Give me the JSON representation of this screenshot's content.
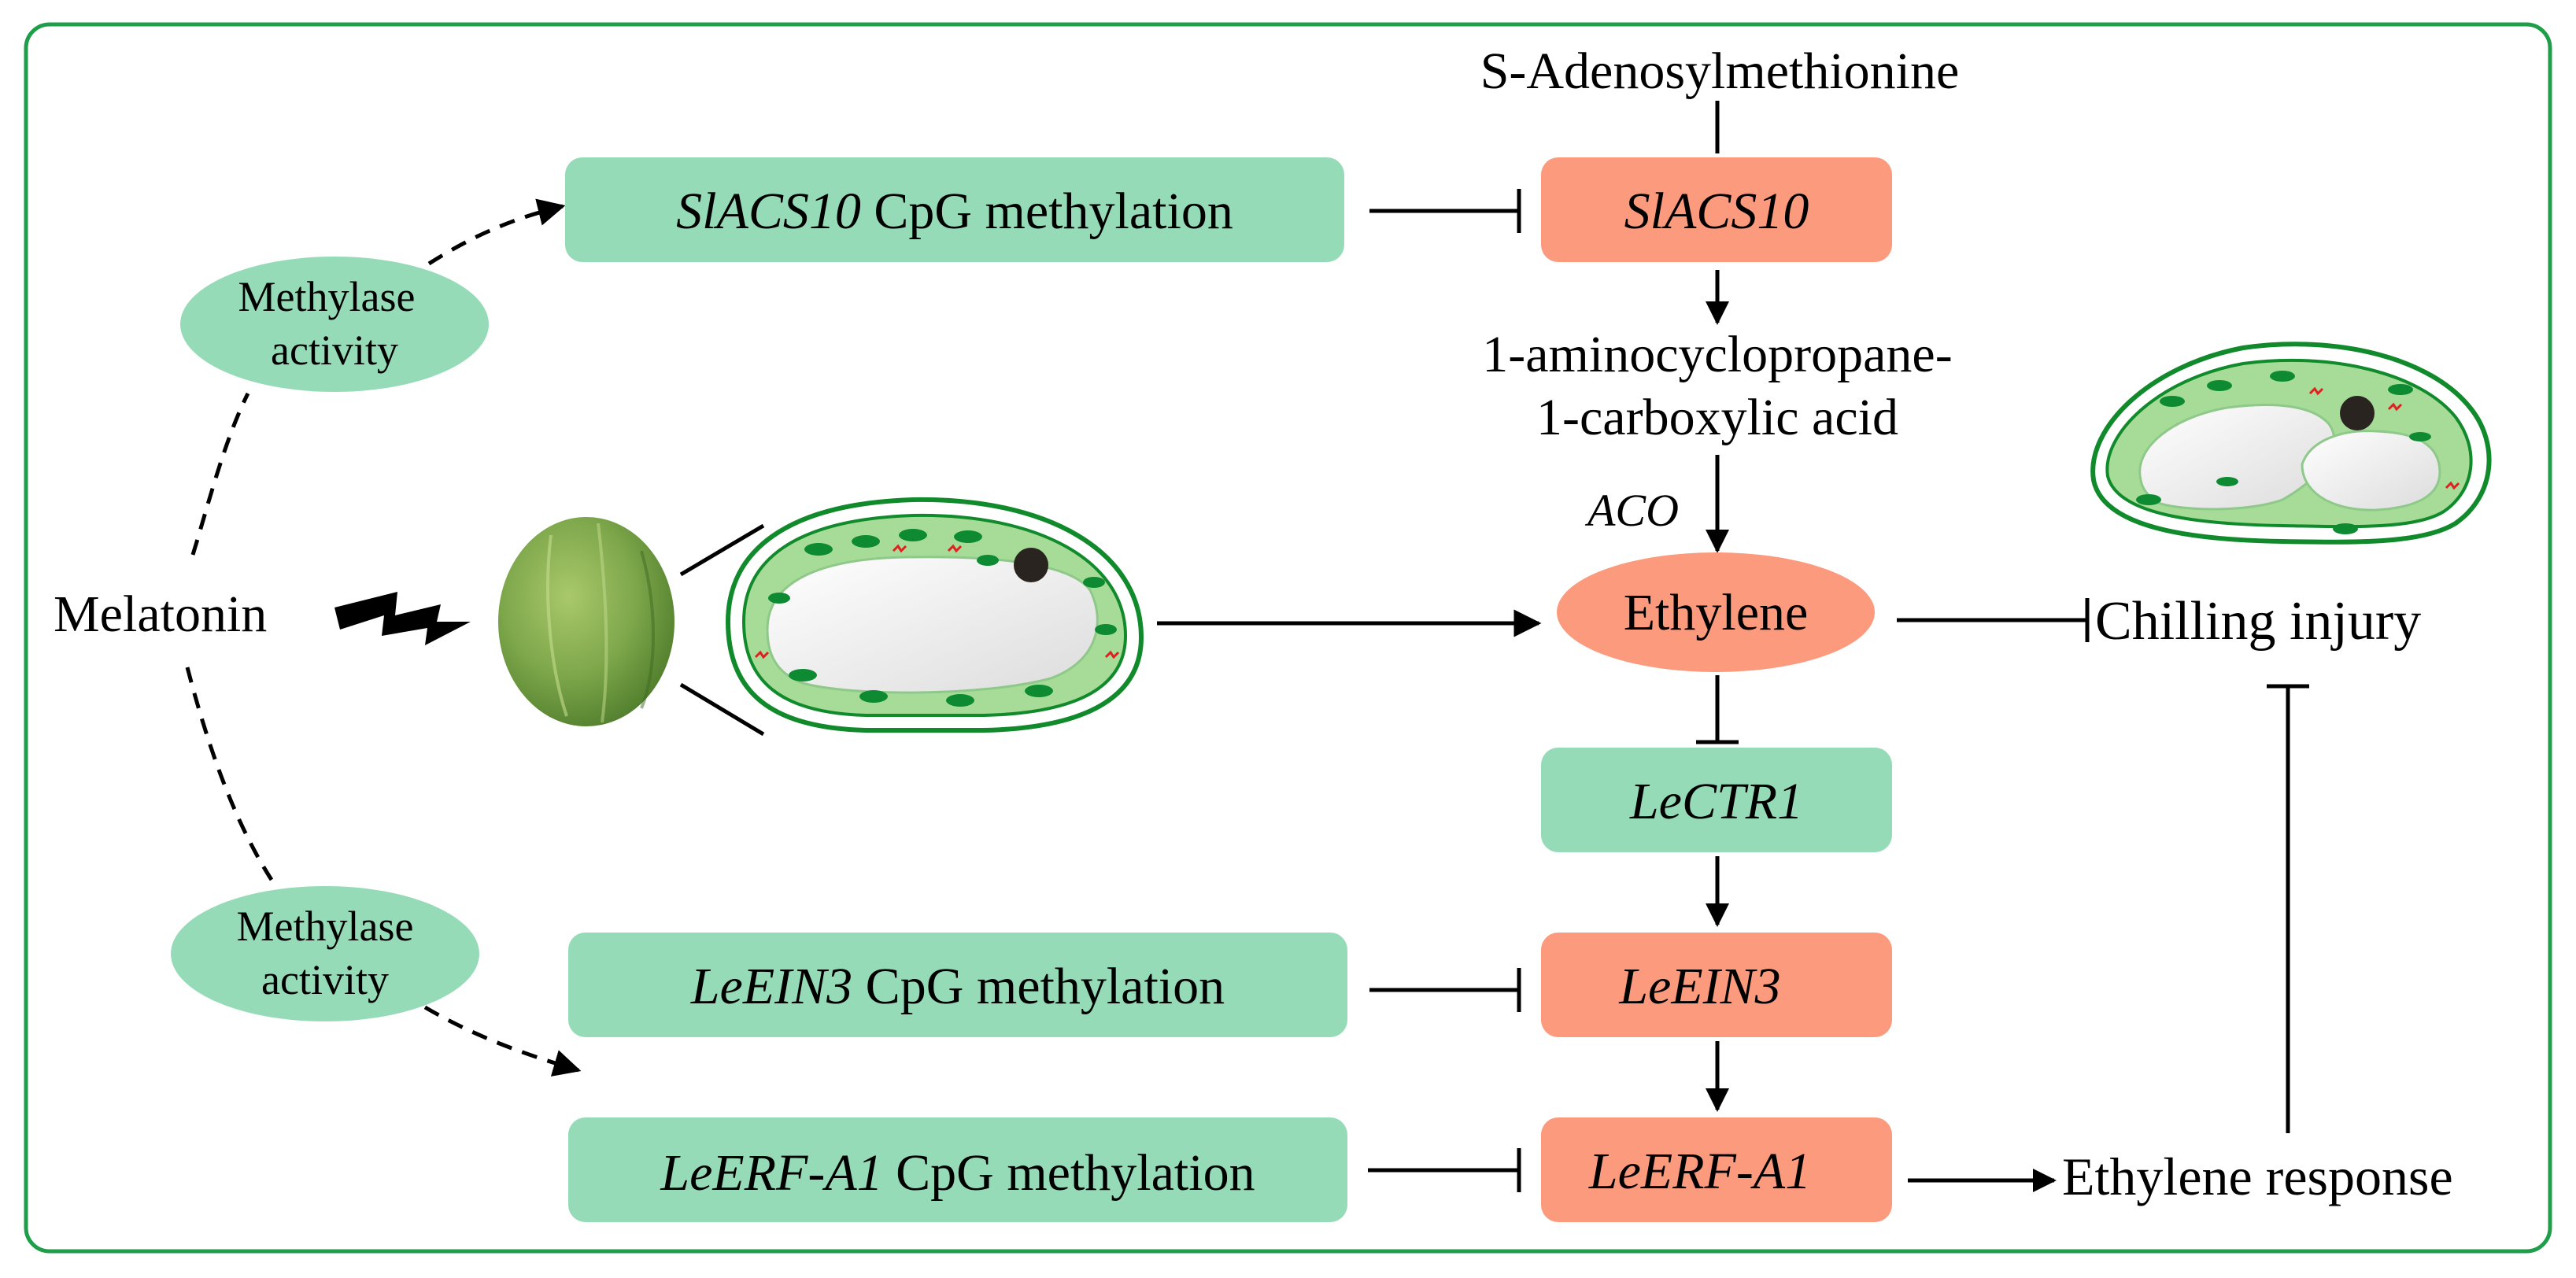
{
  "colors": {
    "frame": "#1f9e4a",
    "green_box": "#96dbb7",
    "salmon_box": "#fb9a7d",
    "ink": "#000000",
    "cell_outline": "#118a2c",
    "cytoplasm": "#a6dc98",
    "chloroplast": "#0d8a32",
    "vacuole": "#ececec",
    "nucleus": "#2a2420",
    "fruit": "#7da64a"
  },
  "left": {
    "melatonin": "Melatonin",
    "methylase_top": [
      "Methylase",
      "activity"
    ],
    "methylase_bottom": [
      "Methylase",
      "activity"
    ]
  },
  "methylation_boxes": [
    {
      "gene": "SlACS10",
      "suffix": " CpG methylation"
    },
    {
      "gene": "LeEIN3",
      "suffix": " CpG methylation"
    },
    {
      "gene": "LeERF-A1",
      "suffix": " CpG methylation"
    }
  ],
  "pathway": {
    "sam": "S-Adenosylmethionine",
    "slacs10": "SlACS10",
    "acc_line1": "1-aminocyclopropane-",
    "acc_line2": "1-carboxylic acid",
    "aco": "ACO",
    "ethylene": "Ethylene",
    "lectr1": "LeCTR1",
    "leein3": "LeEIN3",
    "leerf_a1": "LeERF-A1"
  },
  "right": {
    "chilling_injury": "Chilling injury",
    "ethylene_response": "Ethylene response"
  },
  "icons": [
    "tomato-fruit-icon",
    "lightning-bolt-icon",
    "fruit-cell-healthy-icon",
    "fruit-cell-injured-icon"
  ]
}
